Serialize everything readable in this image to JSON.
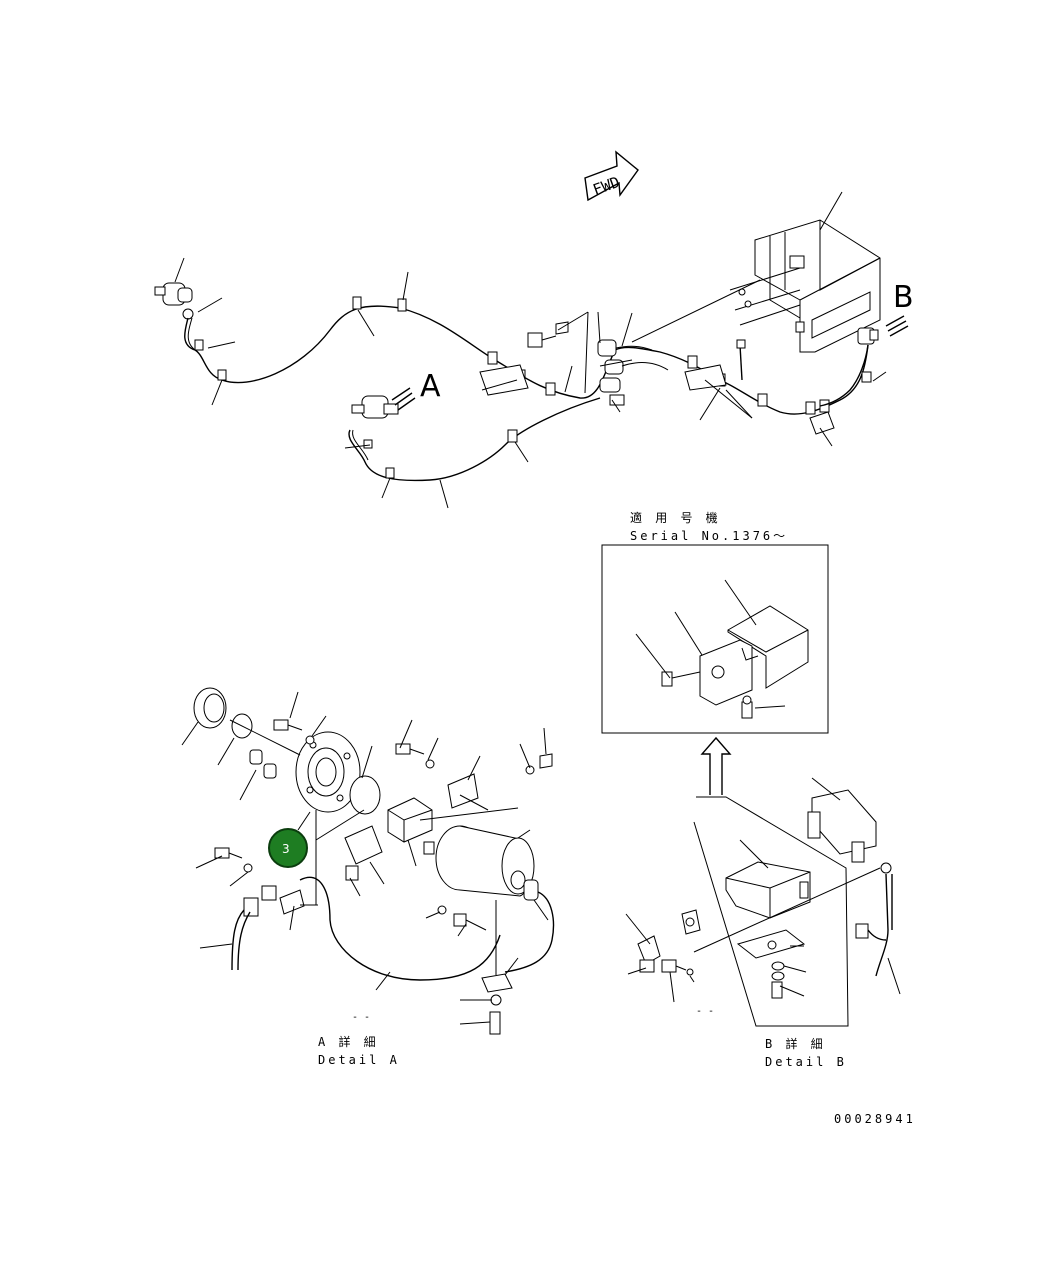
{
  "diagram": {
    "fwd_label": "FWD",
    "view_a_letter": "A",
    "view_b_letter": "B",
    "applicable_jp": "適 用 号 機",
    "serial_label": "Serial No.1376～",
    "detail_a_jp": "A 詳 細",
    "detail_a_en": "Detail A",
    "detail_b_jp": "B 詳 細",
    "detail_b_en": "Detail B",
    "drawing_number": "00028941",
    "dash_a": "- -",
    "dash_b": "- -"
  },
  "callouts": [
    {
      "number": "3",
      "color": "#1e7d22"
    }
  ]
}
